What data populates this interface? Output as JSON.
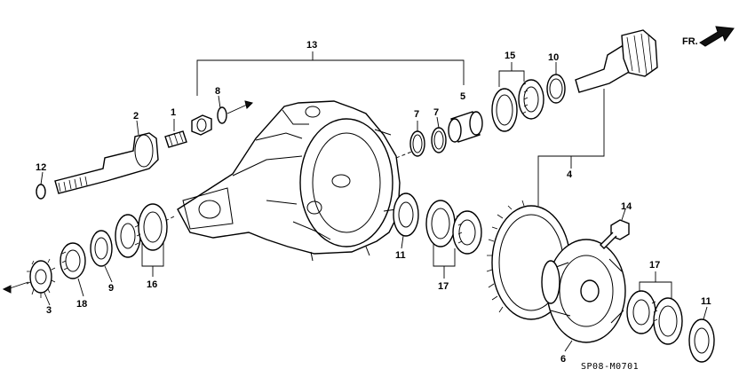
{
  "diagram": {
    "code": "SP08-M0701",
    "direction_label": "FR.",
    "parts": [
      {
        "id": "p1",
        "label": "1"
      },
      {
        "id": "p2",
        "label": "2"
      },
      {
        "id": "p3",
        "label": "3"
      },
      {
        "id": "p4",
        "label": "4"
      },
      {
        "id": "p5",
        "label": "5"
      },
      {
        "id": "p6",
        "label": "6"
      },
      {
        "id": "p7a",
        "label": "7"
      },
      {
        "id": "p7b",
        "label": "7"
      },
      {
        "id": "p8",
        "label": "8"
      },
      {
        "id": "p9",
        "label": "9"
      },
      {
        "id": "p10",
        "label": "10"
      },
      {
        "id": "p11a",
        "label": "11"
      },
      {
        "id": "p11b",
        "label": "11"
      },
      {
        "id": "p12",
        "label": "12"
      },
      {
        "id": "p13",
        "label": "13"
      },
      {
        "id": "p14",
        "label": "14"
      },
      {
        "id": "p15",
        "label": "15"
      },
      {
        "id": "p16",
        "label": "16"
      },
      {
        "id": "p17a",
        "label": "17"
      },
      {
        "id": "p17b",
        "label": "17"
      },
      {
        "id": "p18",
        "label": "18"
      }
    ]
  }
}
